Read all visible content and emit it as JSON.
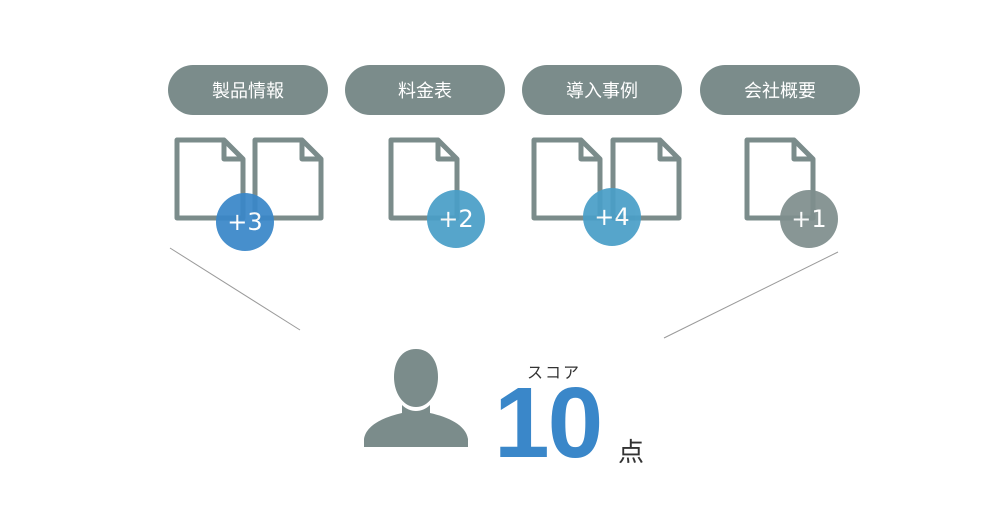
{
  "categories": [
    {
      "label": "製品情報",
      "bonus": "+3",
      "badge_color": "#3a87c9",
      "doc_count": 2
    },
    {
      "label": "料金表",
      "bonus": "+2",
      "badge_color": "#4a9fc8",
      "doc_count": 1
    },
    {
      "label": "導入事例",
      "bonus": "+4",
      "badge_color": "#4a9fc8",
      "doc_count": 2
    },
    {
      "label": "会社概要",
      "bonus": "+1",
      "badge_color": "#7f8f8e",
      "doc_count": 1
    }
  ],
  "score": {
    "caption": "スコア",
    "value": "10",
    "unit": "点"
  },
  "colors": {
    "pill": "#7b8c8b",
    "doc_stroke": "#7b8c8b",
    "person": "#7b8c8b",
    "score": "#3a87c9",
    "connector": "#9a9a9a"
  }
}
